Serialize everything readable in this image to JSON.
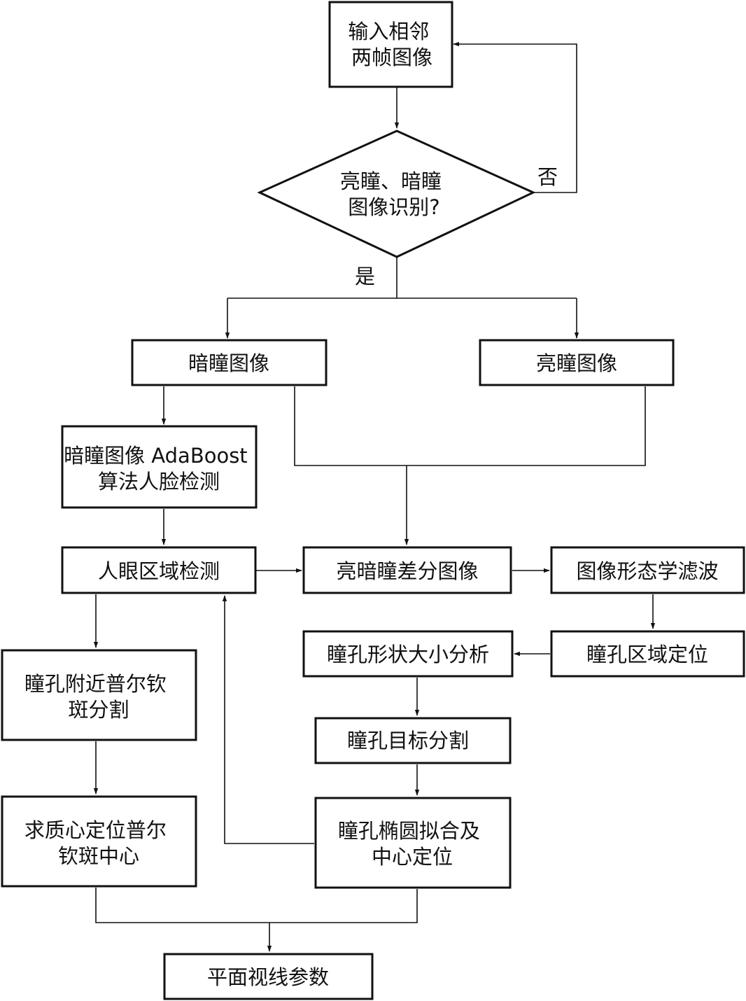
{
  "nodes": {
    "input": {
      "lines": [
        "输入相邻",
        "两帧图像"
      ]
    },
    "decision": {
      "lines": [
        "亮瞳、暗瞳",
        "图像识别?"
      ]
    },
    "dark": {
      "lines": [
        "暗瞳图像"
      ]
    },
    "bright": {
      "lines": [
        "亮瞳图像"
      ]
    },
    "face": {
      "lines": [
        "暗瞳图像 AdaBoost",
        "算法人脸检测"
      ]
    },
    "eye": {
      "lines": [
        "人眼区域检测"
      ]
    },
    "diff": {
      "lines": [
        "亮暗瞳差分图像"
      ]
    },
    "morph": {
      "lines": [
        "图像形态学滤波"
      ]
    },
    "shape": {
      "lines": [
        "瞳孔形状大小分析"
      ]
    },
    "locate": {
      "lines": [
        "瞳孔区域定位"
      ]
    },
    "purkinje_seg": {
      "lines": [
        "瞳孔附近普尔钦",
        "斑分割"
      ]
    },
    "target_seg": {
      "lines": [
        "瞳孔目标分割"
      ]
    },
    "centroid": {
      "lines": [
        "求质心定位普尔",
        "钦斑中心"
      ]
    },
    "ellipse": {
      "lines": [
        "瞳孔椭圆拟合及",
        "中心定位"
      ]
    },
    "gaze": {
      "lines": [
        "平面视线参数"
      ]
    }
  },
  "edge_labels": {
    "no": "否",
    "yes": "是"
  }
}
